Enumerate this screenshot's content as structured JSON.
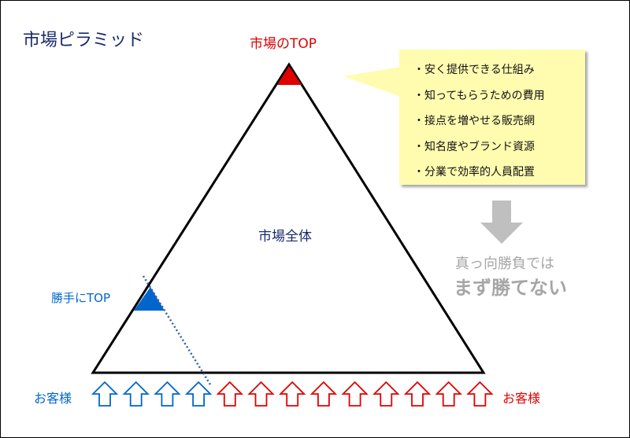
{
  "title": "市場ピラミッド",
  "top_label": "市場のTOP",
  "center_label": "市場全体",
  "niche_label": "勝手にTOP",
  "customer_left": "お客様",
  "customer_right": "お客様",
  "callout_items": [
    "安く提供できる仕組み",
    "知ってもらうための費用",
    "接点を増やせる販売網",
    "知名度やブランド資源",
    "分業で効率的人員配置"
  ],
  "gray_line1": "真っ向勝負では",
  "gray_line2": "まず勝てない",
  "arrows": {
    "blue_count": 4,
    "red_count": 9
  },
  "colors": {
    "red": "#e00000",
    "blue": "#0066cc",
    "navy": "#1a2a6c",
    "callout_bg": "#fffcb0",
    "gray": "#a6a6a6"
  }
}
